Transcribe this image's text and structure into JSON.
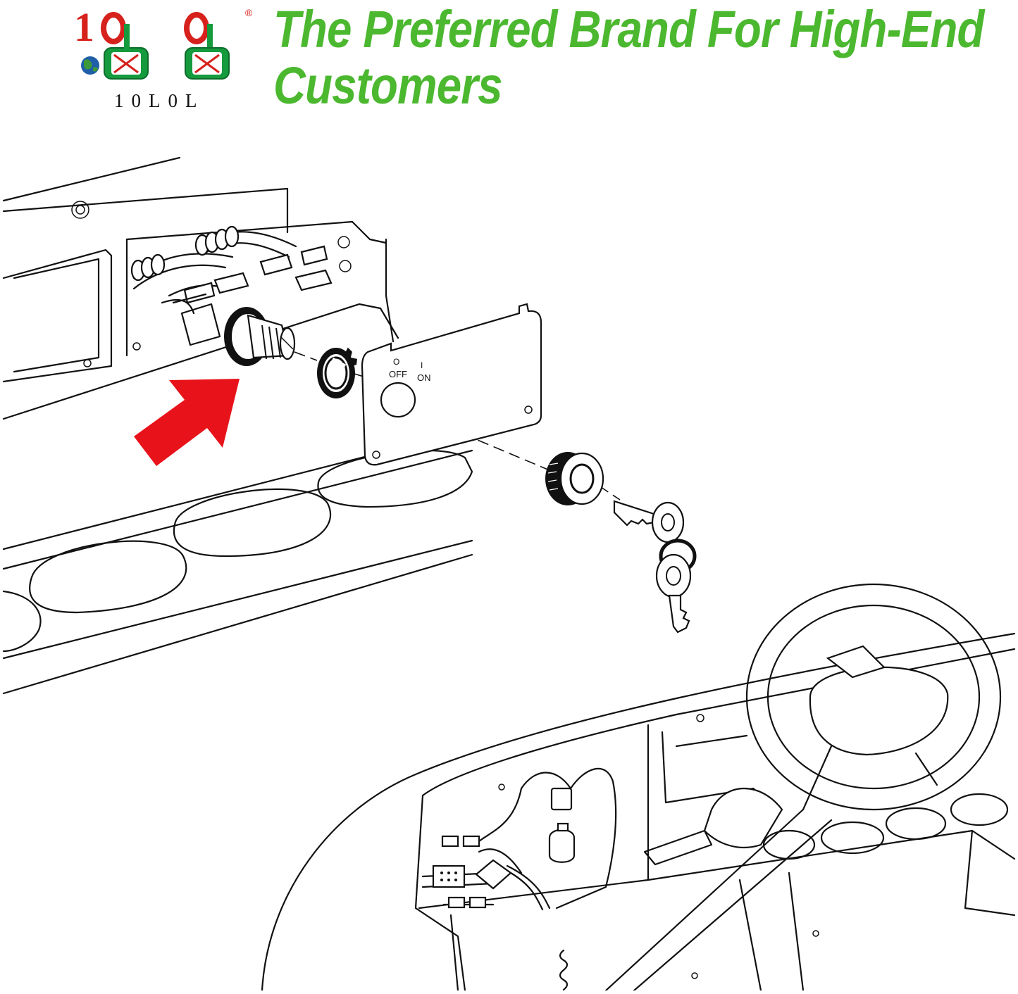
{
  "brand": {
    "logo_text": "10L0L",
    "trademark_symbol": "®",
    "headline_line1": "The Preferred Brand For High-End",
    "headline_line2": "Customers",
    "headline_color": "#4bb82f",
    "logo_red": "#d6211c",
    "logo_green": "#159a3d"
  },
  "switch_plate": {
    "off_symbol": "O",
    "off_label": "OFF",
    "on_symbol": "I",
    "on_label": "ON"
  },
  "arrow": {
    "color": "#e8131a",
    "icon": "red-arrow-icon"
  }
}
